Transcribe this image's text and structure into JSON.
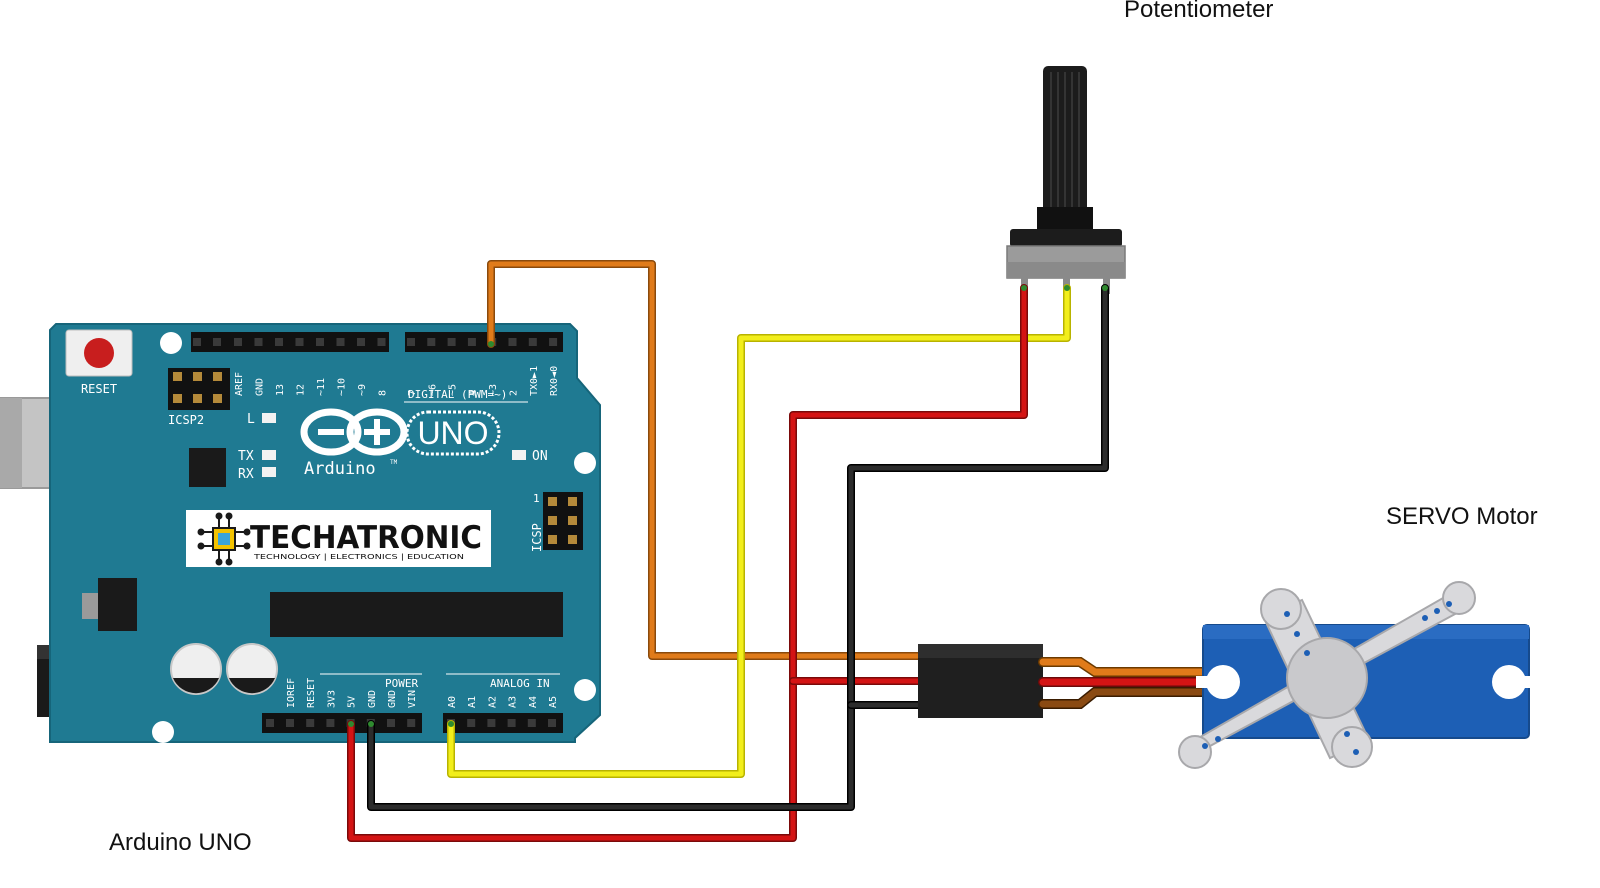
{
  "labels": {
    "potentiometer": "Potentiometer",
    "servo": "SERVO Motor",
    "arduino": "Arduino UNO"
  },
  "board": {
    "reset": "RESET",
    "icsp2": "ICSP2",
    "icsp": "ICSP",
    "icsp_pin1": "1",
    "led_l": "L",
    "led_tx": "TX",
    "led_rx": "RX",
    "led_on": "ON",
    "brand": "Arduino",
    "brand_tm": "TM",
    "model": "UNO",
    "logo_name": "TECHATRONIC",
    "logo_tagline": "TECHNOLOGY | ELECTRONICS | EDUCATION",
    "digital_header": "DIGITAL (PWM=~)",
    "power_header": "POWER",
    "analog_header": "ANALOG IN",
    "digital_pins": [
      "AREF",
      "GND",
      "13",
      "12",
      "~11",
      "~10",
      "~9",
      "8",
      "7",
      "~6",
      "~5",
      "4",
      "~3",
      "2",
      "TX0►1",
      "RX0◄0"
    ],
    "power_pins": [
      "IOREF",
      "RESET",
      "3V3",
      "5V",
      "GND",
      "GND",
      "VIN"
    ],
    "analog_pins": [
      "A0",
      "A1",
      "A2",
      "A3",
      "A4",
      "A5"
    ]
  },
  "colors": {
    "board": "#1f7a92",
    "board_edge": "#16657a",
    "wire_orange": "#e07b1a",
    "wire_yellow": "#f2ee1b",
    "wire_red": "#d41414",
    "wire_black": "#1c1c1c",
    "servo_body": "#1d5fb5",
    "servo_horn": "#d9d9dc"
  }
}
